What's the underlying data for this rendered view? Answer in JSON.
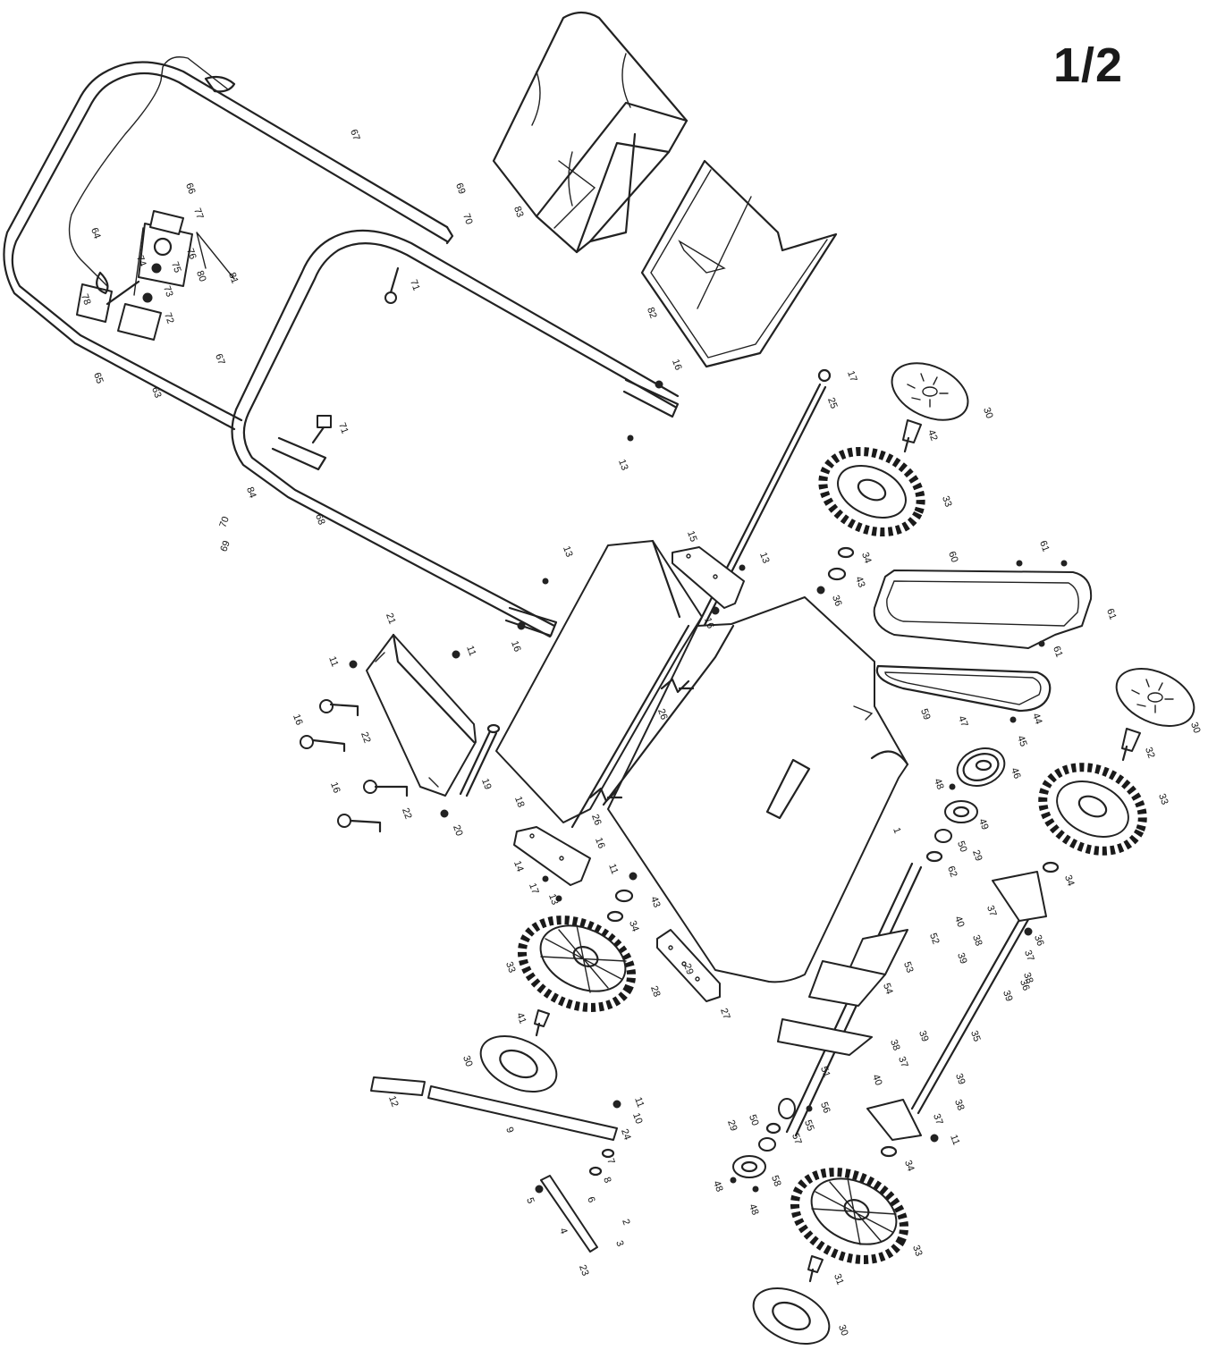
{
  "page": {
    "number": "1/2"
  },
  "parts": [
    {
      "id": "upper-handle",
      "label": "63"
    },
    {
      "id": "lower-handle",
      "label": "68"
    },
    {
      "id": "cable-64",
      "label": "64"
    },
    {
      "id": "screw-65",
      "label": "65"
    },
    {
      "id": "nut-66",
      "label": "66"
    },
    {
      "id": "pin-67a",
      "label": "67"
    },
    {
      "id": "pin-67b",
      "label": "67"
    },
    {
      "id": "clamp-69a",
      "label": "69"
    },
    {
      "id": "clamp-70a",
      "label": "70"
    },
    {
      "id": "clamp-69b",
      "label": "69"
    },
    {
      "id": "clamp-70b",
      "label": "70"
    },
    {
      "id": "bolt-71a",
      "label": "71"
    },
    {
      "id": "bolt-71b",
      "label": "71"
    },
    {
      "id": "switch-72",
      "label": "72"
    },
    {
      "id": "switch-73",
      "label": "73"
    },
    {
      "id": "switch-74",
      "label": "74"
    },
    {
      "id": "switch-75",
      "label": "75"
    },
    {
      "id": "switch-76",
      "label": "76"
    },
    {
      "id": "switch-77",
      "label": "77"
    },
    {
      "id": "switch-78",
      "label": "78"
    },
    {
      "id": "switch-80",
      "label": "80"
    },
    {
      "id": "switch-81",
      "label": "81"
    },
    {
      "id": "grassbag-83",
      "label": "83"
    },
    {
      "id": "frame-82",
      "label": "82"
    },
    {
      "id": "cable-84",
      "label": "84"
    },
    {
      "id": "nut-16a",
      "label": "16"
    },
    {
      "id": "screw-13a",
      "label": "13"
    },
    {
      "id": "screw-13b",
      "label": "13"
    },
    {
      "id": "nut-16b",
      "label": "16"
    },
    {
      "id": "rod-17",
      "label": "17"
    },
    {
      "id": "rod-25",
      "label": "25"
    },
    {
      "id": "hubcap-30a",
      "label": "30"
    },
    {
      "id": "bolt-42",
      "label": "42"
    },
    {
      "id": "wheel-33a",
      "label": "33"
    },
    {
      "id": "washer-34a",
      "label": "34"
    },
    {
      "id": "washer-43a",
      "label": "43"
    },
    {
      "id": "nut-36a",
      "label": "36"
    },
    {
      "id": "bracket-15",
      "label": "15"
    },
    {
      "id": "screw-13c",
      "label": "13"
    },
    {
      "id": "nut-16c",
      "label": "16"
    },
    {
      "id": "belt-cover-60",
      "label": "60"
    },
    {
      "id": "screw-61a",
      "label": "61"
    },
    {
      "id": "screw-61b",
      "label": "61"
    },
    {
      "id": "screw-61c",
      "label": "61"
    },
    {
      "id": "belt-59",
      "label": "59"
    },
    {
      "id": "bracket-21",
      "label": "21"
    },
    {
      "id": "nut-11a",
      "label": "11"
    },
    {
      "id": "nut-11b",
      "label": "11"
    },
    {
      "id": "nut-16d",
      "label": "16"
    },
    {
      "id": "bolt-22a",
      "label": "22"
    },
    {
      "id": "nut-16e",
      "label": "16"
    },
    {
      "id": "bolt-22b",
      "label": "22"
    },
    {
      "id": "pin-19",
      "label": "19"
    },
    {
      "id": "nut-20",
      "label": "20"
    },
    {
      "id": "flap-18",
      "label": "18"
    },
    {
      "id": "spring-26a",
      "label": "26"
    },
    {
      "id": "spring-26b",
      "label": "26"
    },
    {
      "id": "deck-1",
      "label": "1"
    },
    {
      "id": "key-47",
      "label": "47"
    },
    {
      "id": "screw-44",
      "label": "44"
    },
    {
      "id": "washer-45",
      "label": "45"
    },
    {
      "id": "pulley-46",
      "label": "46"
    },
    {
      "id": "hubcap-30b",
      "label": "30"
    },
    {
      "id": "bolt-32",
      "label": "32"
    },
    {
      "id": "wheel-33b",
      "label": "33"
    },
    {
      "id": "washer-34b",
      "label": "34"
    },
    {
      "id": "nut-48a",
      "label": "48"
    },
    {
      "id": "bearing-49",
      "label": "49"
    },
    {
      "id": "bearing-50",
      "label": "50"
    },
    {
      "id": "nut-29a",
      "label": "29"
    },
    {
      "id": "washer-62",
      "label": "62"
    },
    {
      "id": "clip-52",
      "label": "52"
    },
    {
      "id": "bracket-14",
      "label": "14"
    },
    {
      "id": "nut-16f",
      "label": "16"
    },
    {
      "id": "nut-11c",
      "label": "11"
    },
    {
      "id": "nut-17",
      "label": "17"
    },
    {
      "id": "screw-13d",
      "label": "13"
    },
    {
      "id": "washer-43b",
      "label": "43"
    },
    {
      "id": "washer-34c",
      "label": "34"
    },
    {
      "id": "wheel-33c",
      "label": "33"
    },
    {
      "id": "plate-27",
      "label": "27"
    },
    {
      "id": "screw-28",
      "label": "28"
    },
    {
      "id": "nut-29b",
      "label": "29"
    },
    {
      "id": "shaft-53",
      "label": "53"
    },
    {
      "id": "blade-54",
      "label": "54"
    },
    {
      "id": "blade-51",
      "label": "51"
    },
    {
      "id": "axle-35",
      "label": "35"
    },
    {
      "id": "plate-40a",
      "label": "40"
    },
    {
      "id": "nut-36b",
      "label": "36"
    },
    {
      "id": "part-37a",
      "label": "37"
    },
    {
      "id": "part-38a",
      "label": "38"
    },
    {
      "id": "part-39a",
      "label": "39"
    },
    {
      "id": "part-36c",
      "label": "36"
    },
    {
      "id": "part-37b",
      "label": "37"
    },
    {
      "id": "part-38b",
      "label": "38"
    },
    {
      "id": "part-39b",
      "label": "39"
    },
    {
      "id": "bolt-41",
      "label": "41"
    },
    {
      "id": "hubcap-30c",
      "label": "30"
    },
    {
      "id": "grip-12",
      "label": "12"
    },
    {
      "id": "lever-9",
      "label": "9"
    },
    {
      "id": "nut-11d",
      "label": "11"
    },
    {
      "id": "washer-10",
      "label": "10"
    },
    {
      "id": "washer-24",
      "label": "24"
    },
    {
      "id": "washer-7",
      "label": "7"
    },
    {
      "id": "washer-8",
      "label": "8"
    },
    {
      "id": "bolt-6",
      "label": "6"
    },
    {
      "id": "nut-5",
      "label": "5"
    },
    {
      "id": "link-4",
      "label": "4"
    },
    {
      "id": "screw-2",
      "label": "2"
    },
    {
      "id": "screw-3",
      "label": "3"
    },
    {
      "id": "screw-23",
      "label": "23"
    },
    {
      "id": "bush-55",
      "label": "55"
    },
    {
      "id": "screw-56",
      "label": "56"
    },
    {
      "id": "washer-57",
      "label": "57"
    },
    {
      "id": "bearing-50b",
      "label": "50"
    },
    {
      "id": "nut-29c",
      "label": "29"
    },
    {
      "id": "bearing-58",
      "label": "58"
    },
    {
      "id": "nut-48b",
      "label": "48"
    },
    {
      "id": "nut-48c",
      "label": "48"
    },
    {
      "id": "plate-40b",
      "label": "40"
    },
    {
      "id": "part-37c",
      "label": "37"
    },
    {
      "id": "part-38c",
      "label": "38"
    },
    {
      "id": "part-39c",
      "label": "39"
    },
    {
      "id": "part-37d",
      "label": "37"
    },
    {
      "id": "part-38d",
      "label": "38"
    },
    {
      "id": "part-39d",
      "label": "39"
    },
    {
      "id": "nut-11e",
      "label": "11"
    },
    {
      "id": "washer-34d",
      "label": "34"
    },
    {
      "id": "wheel-33d",
      "label": "33"
    },
    {
      "id": "bolt-31",
      "label": "31"
    },
    {
      "id": "hubcap-30d",
      "label": "30"
    }
  ]
}
